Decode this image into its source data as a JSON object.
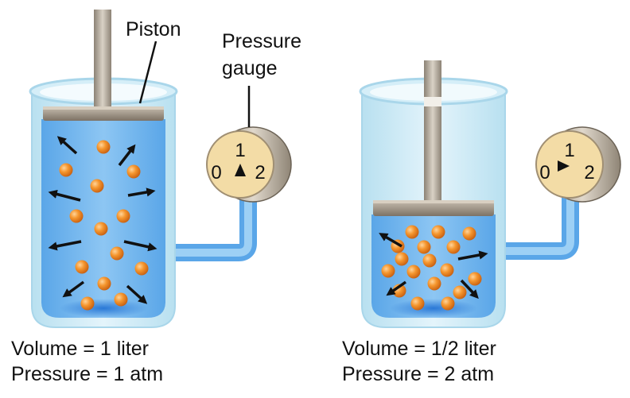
{
  "labels": {
    "piston": "Piston",
    "pressure_gauge_line1": "Pressure",
    "pressure_gauge_line2": "gauge"
  },
  "left_container": {
    "volume_text": "Volume = 1 liter",
    "pressure_text": "Pressure = 1 atm",
    "gauge": {
      "min": "0",
      "mid": "1",
      "max": "2",
      "reading": 1
    }
  },
  "right_container": {
    "volume_text": "Volume = 1/2 liter",
    "pressure_text": "Pressure = 2 atm",
    "gauge": {
      "min": "0",
      "mid": "1",
      "max": "2",
      "reading": 2
    }
  },
  "colors": {
    "gas": "#7fbff0",
    "glass": "#cfe9f5",
    "piston": "#a89c8c",
    "molecule": "#f08a24",
    "gauge_face": "#f3dca6",
    "arrow": "#111111"
  }
}
